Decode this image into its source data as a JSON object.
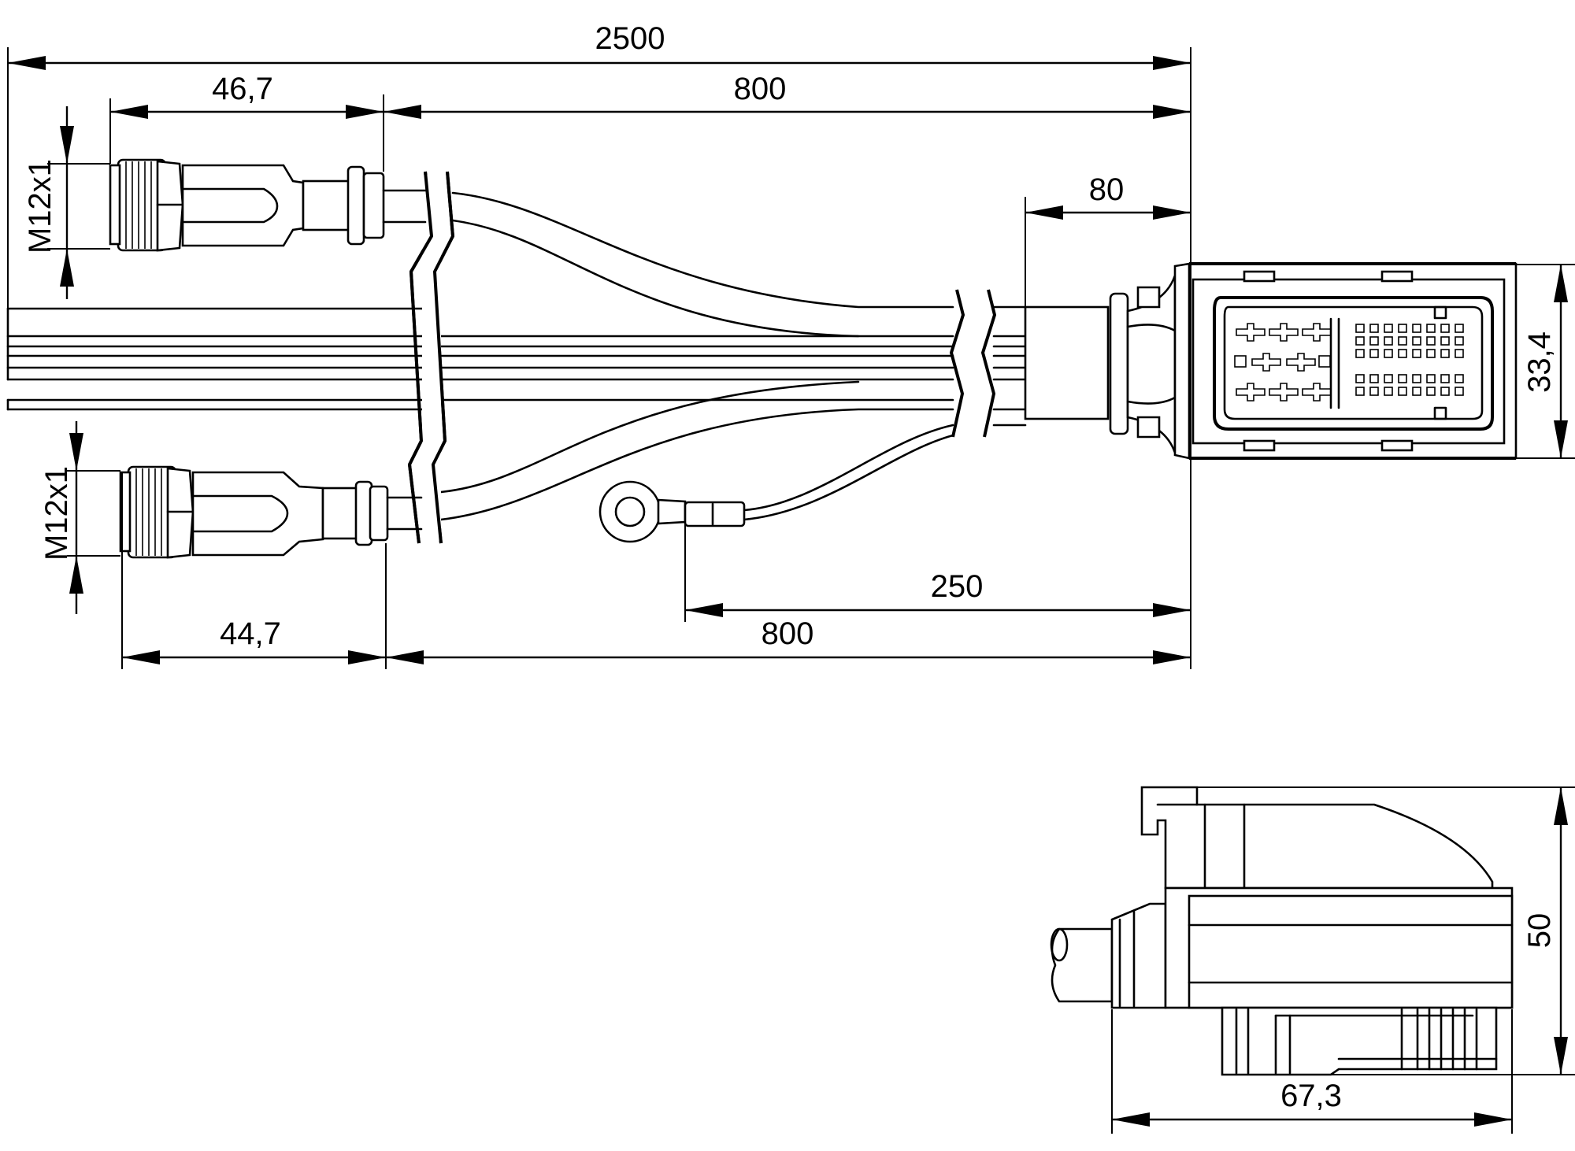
{
  "drawing": {
    "dimensions": {
      "overall_length": "2500",
      "m12_upper_length": "46,7",
      "branch_upper_length": "800",
      "connector_body_length": "80",
      "connector_height": "33,4",
      "m12_lower_length": "44,7",
      "branch_lower_length": "800",
      "ground_lead_length": "250",
      "side_view_width": "67,3",
      "side_view_height": "50"
    },
    "thread_labels": {
      "upper": "M12x1",
      "lower": "M12x1"
    }
  }
}
